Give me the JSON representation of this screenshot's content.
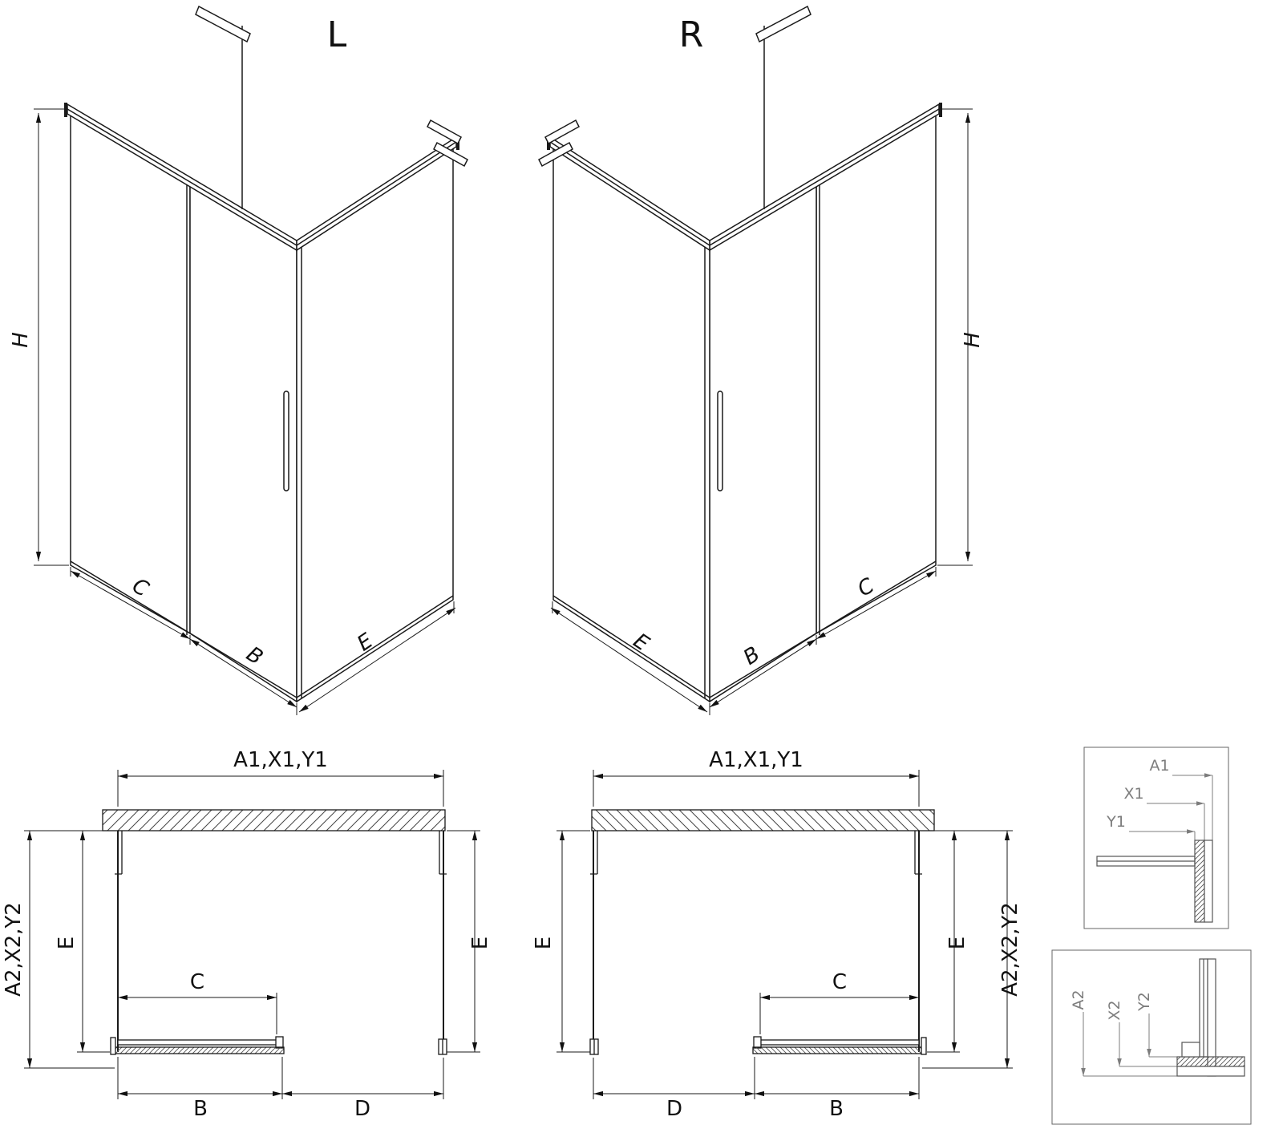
{
  "drawing": {
    "iso_left": {
      "title": "L",
      "dim_h": "H",
      "dim_c": "C",
      "dim_b": "B",
      "dim_e": "E"
    },
    "iso_right": {
      "title": "R",
      "dim_h": "H",
      "dim_c": "C",
      "dim_b": "B",
      "dim_e": "E"
    },
    "plan_left": {
      "dim_top": "A1,X1,Y1",
      "dim_side": "A2,X2,Y2",
      "dim_e_left": "E",
      "dim_e_right": "E",
      "dim_c": "C",
      "dim_b": "B",
      "dim_d": "D"
    },
    "plan_right": {
      "dim_top": "A1,X1,Y1",
      "dim_side": "A2,X2,Y2",
      "dim_e_left": "E",
      "dim_e_right": "E",
      "dim_c": "C",
      "dim_b": "B",
      "dim_d": "D"
    },
    "detail_top": {
      "dim_a1": "A1",
      "dim_x1": "X1",
      "dim_y1": "Y1"
    },
    "detail_bottom": {
      "dim_a2": "A2",
      "dim_x2": "X2",
      "dim_y2": "Y2"
    },
    "colors": {
      "line": "#1a1a1a",
      "detail_label": "#7d7d7d",
      "background": "#ffffff"
    }
  }
}
